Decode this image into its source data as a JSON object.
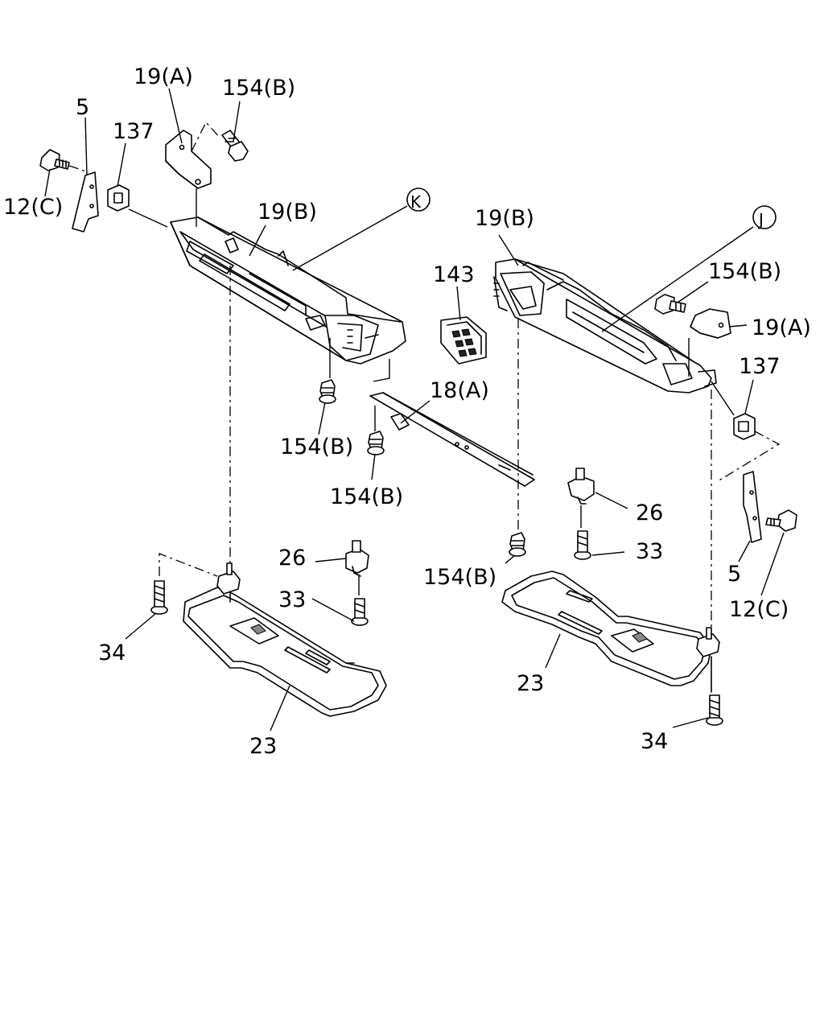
{
  "labels": {
    "l_19a": "19(A)",
    "l_154b_top": "154(B)",
    "l_5_left": "5",
    "l_137_left": "137",
    "l_12c_left": "12(C)",
    "l_19b_left": "19(B)",
    "l_k": "K",
    "l_19b_right": "19(B)",
    "l_j": "J",
    "l_143": "143",
    "l_154b_right_top": "154(B)",
    "l_19a_right": "19(A)",
    "l_137_right": "137",
    "l_18a": "18(A)",
    "l_154b_mid1": "154(B)",
    "l_154b_mid2": "154(B)",
    "l_26_right": "26",
    "l_33_right": "33",
    "l_5_right": "5",
    "l_12c_right": "12(C)",
    "l_26_left": "26",
    "l_33_left": "33",
    "l_154b_bottom": "154(B)",
    "l_34_left": "34",
    "l_23_right": "23",
    "l_23_left": "23",
    "l_34_right": "34"
  }
}
